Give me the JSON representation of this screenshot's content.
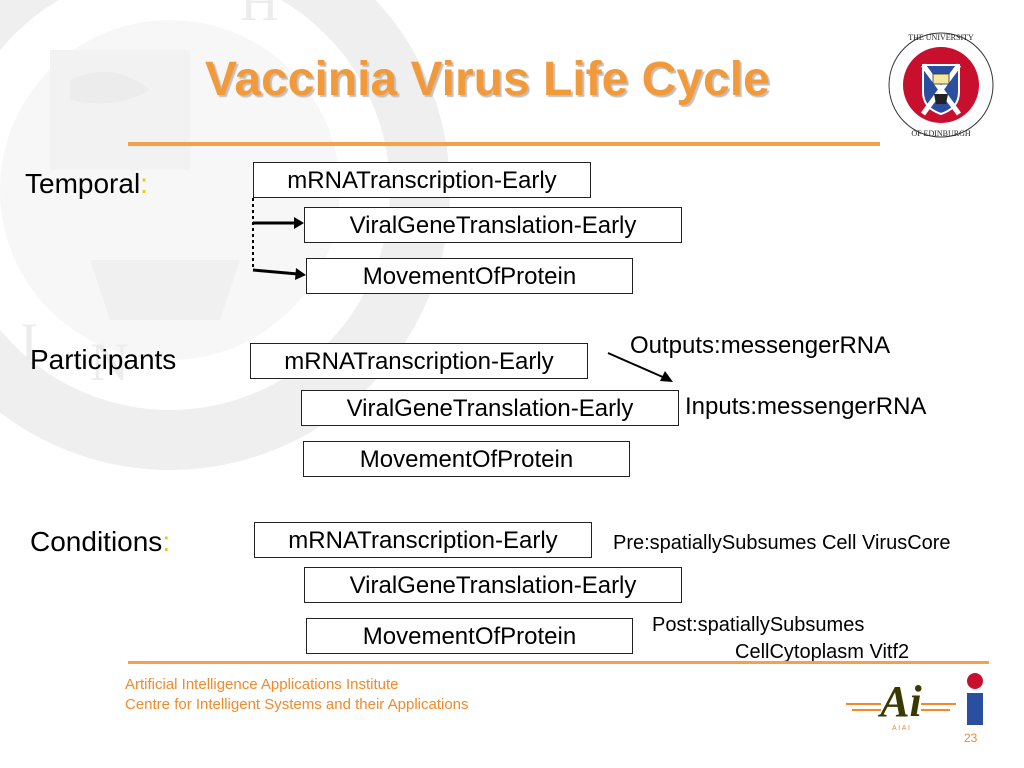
{
  "slide": {
    "title": "Vaccinia Virus Life Cycle",
    "page_number": "23"
  },
  "logo": {
    "crest_text": "THE UNIVERSITY OF EDINBURGH",
    "aiai_text": "Ai",
    "aiai_subtext": "A I A I",
    "i_text": "i"
  },
  "sections": {
    "temporal": {
      "label": "Temporal",
      "colon": ":",
      "boxes": [
        "mRNATranscription-Early",
        "ViralGeneTranslation-Early",
        "MovementOfProtein"
      ]
    },
    "participants": {
      "label": "Participants",
      "boxes": [
        "mRNATranscription-Early",
        "ViralGeneTranslation-Early",
        "MovementOfProtein"
      ],
      "outputs": "Outputs:messengerRNA",
      "inputs": "Inputs:messengerRNA"
    },
    "conditions": {
      "label": "Conditions",
      "colon": ":",
      "boxes": [
        "mRNATranscription-Early",
        "ViralGeneTranslation-Early",
        "MovementOfProtein"
      ],
      "pre": "Pre:spatiallySubsumes Cell VirusCore",
      "post_line1": "Post:spatiallySubsumes",
      "post_line2": "CellCytoplasm Vitf2"
    }
  },
  "footer": {
    "line1": "Artificial Intelligence Applications Institute",
    "line2": "Centre for Intelligent Systems and their Applications"
  },
  "colors": {
    "title": "#f29a3a",
    "rule": "#f5a04a",
    "footer_text": "#f08a2a",
    "colon_accent": "#f5c400",
    "crest_red": "#c8102e",
    "crest_blue": "#2a4ea0"
  }
}
